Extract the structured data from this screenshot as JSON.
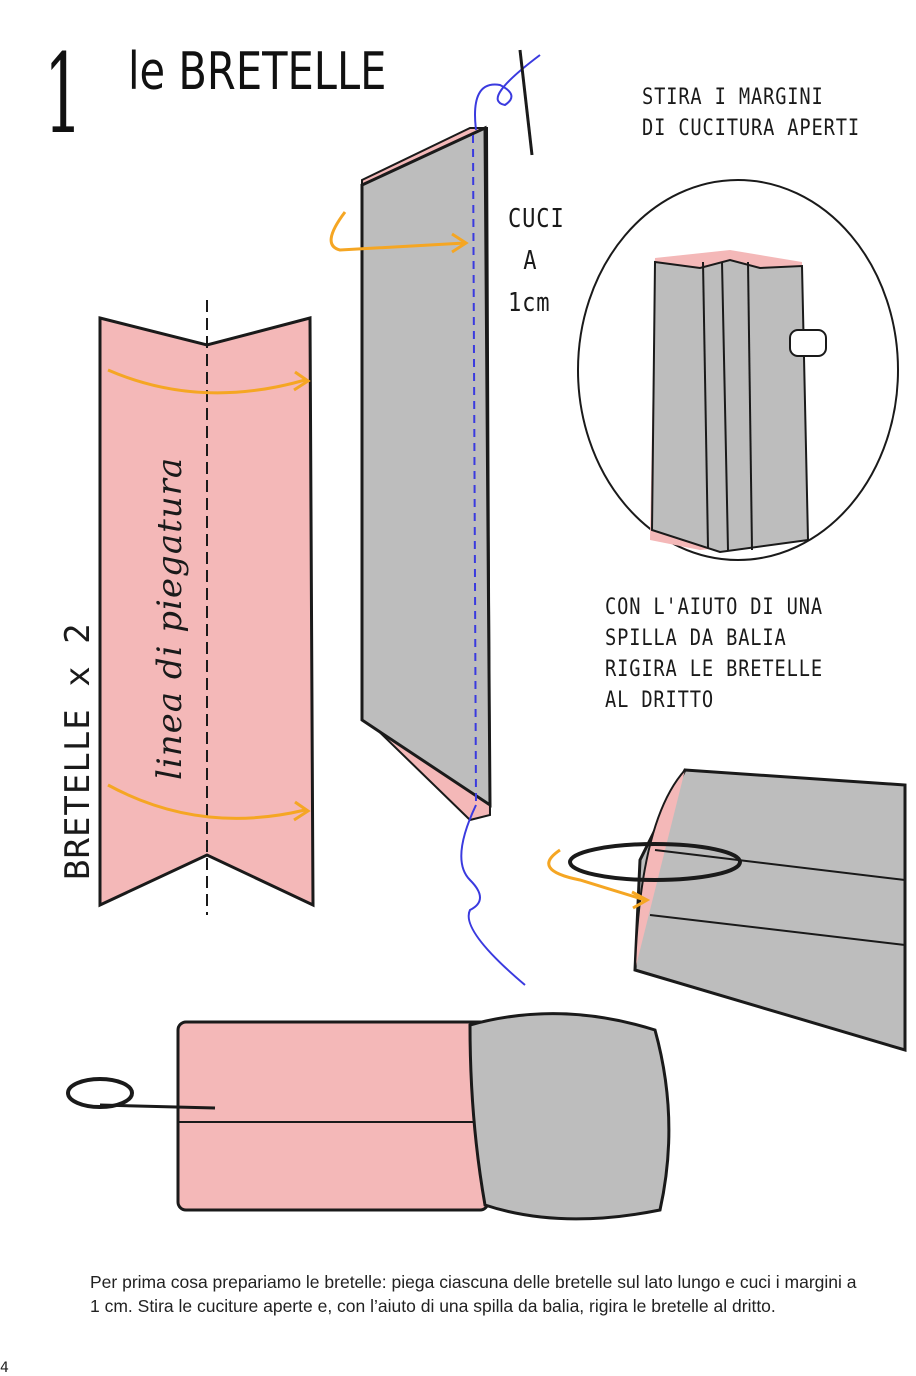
{
  "title": {
    "number": "1",
    "text": "le BRETELLE"
  },
  "labels": {
    "press_note": [
      "STIRA I MARGINI",
      "DI CUCITURA APERTI"
    ],
    "sew_note": [
      "CUCI",
      "A",
      "1cm"
    ],
    "fold_line": "linea di piegatura",
    "straps_count": "BRETELLE x 2",
    "turn_note": [
      "CON L'AIUTO DI UNA",
      "SPILLA DA BALIA",
      "RIGIRA LE BRETELLE",
      "AL DRITTO"
    ]
  },
  "body_text": "Per prima cosa prepariamo le bretelle: piega ciascuna delle bretelle sul lato lungo e cuci i margini a 1 cm. Stira le cuciture aperte e, con l’aiuto di una spilla da balia, rigira le bretelle al dritto.",
  "page_number": "4",
  "colors": {
    "pink": "#f4b8b8",
    "gray": "#bdbdbd",
    "orange": "#f5a623",
    "thread": "#3a3adf",
    "ink": "#1a1a1a"
  }
}
